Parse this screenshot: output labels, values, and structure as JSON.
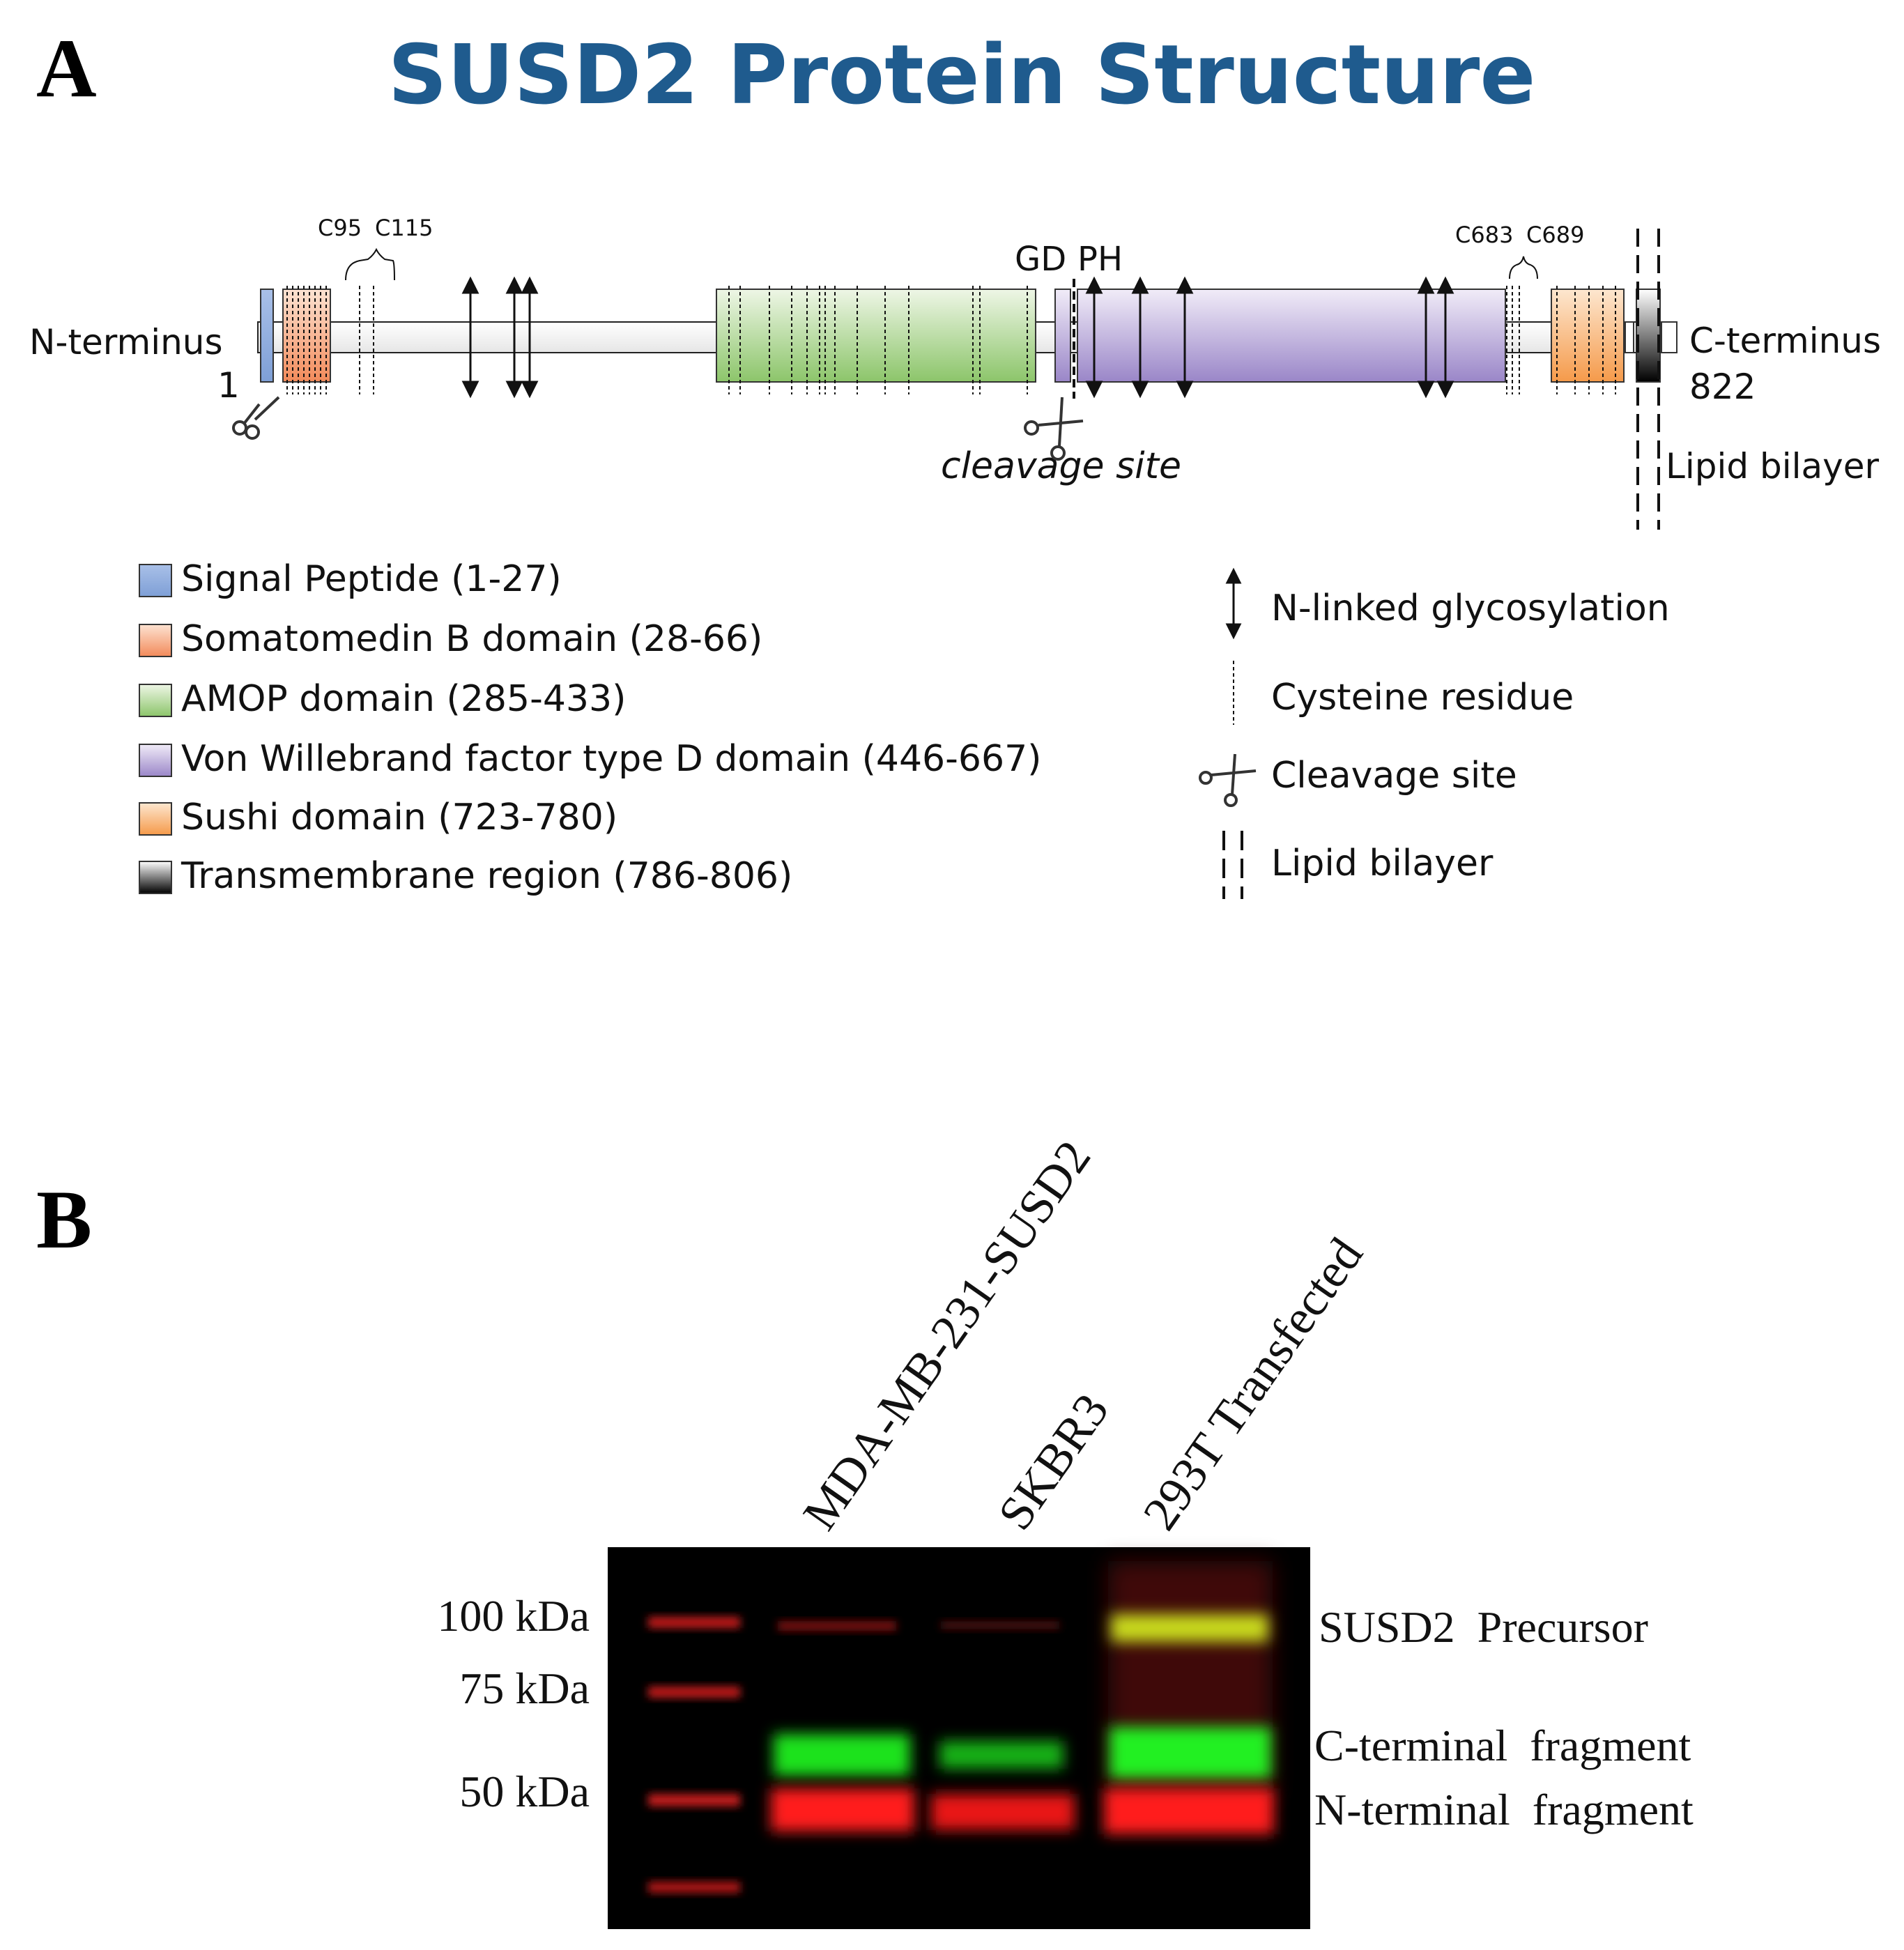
{
  "panel_a": {
    "letter": "A",
    "title": "SUSD2 Protein Structure",
    "n_terminus": "N-terminus",
    "c_terminus": "C-terminus",
    "start_residue": "1",
    "end_residue": "822",
    "cys_left": [
      "C95",
      "C115"
    ],
    "cys_right": [
      "C683",
      "C689"
    ],
    "gd_label": "GD",
    "ph_label": "PH",
    "cleavage_label": "cleavage site",
    "bilayer_label": "Lipid bilayer",
    "legend": [
      {
        "label": "Signal Peptide (1-27)",
        "color": "#8eaadb"
      },
      {
        "label": "Somatomedin B domain (28-66)",
        "color": "#f4a582"
      },
      {
        "label": "AMOP domain (285-433)",
        "color": "#a9d18e"
      },
      {
        "label": "Von Willebrand factor type D domain (446-667)",
        "color": "#b4a7d6"
      },
      {
        "label": "Sushi domain (723-780)",
        "color": "#f8b77a"
      },
      {
        "label": "Transmembrane region (786-806)",
        "color": "#000000"
      }
    ],
    "symbols": [
      {
        "label": "N-linked glycosylation"
      },
      {
        "label": "Cysteine residue"
      },
      {
        "label": "Cleavage site"
      },
      {
        "label": "Lipid bilayer"
      }
    ]
  },
  "panel_b": {
    "letter": "B",
    "lanes": [
      "MDA-MB-231-SUSD2",
      "SKBR3",
      "293T Transfected"
    ],
    "markers": [
      "100 kDa",
      "75 kDa",
      "50 kDa"
    ],
    "bands": [
      "SUSD2  Precursor",
      "C-terminal  fragment",
      "N-terminal  fragment"
    ]
  },
  "colors": {
    "title": "#1f5b8e",
    "blot_bg": "#000000",
    "band_red": "#ff1a1a",
    "band_green": "#22ff22",
    "band_yellow": "#d8e020"
  }
}
